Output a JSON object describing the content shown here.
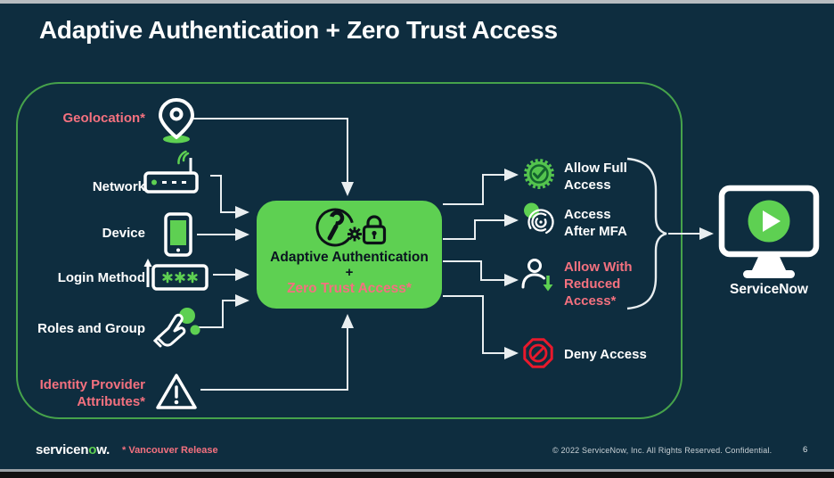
{
  "slide": {
    "title": "Adaptive Authentication + Zero Trust Access",
    "page_number": "6",
    "copyright": "© 2022 ServiceNow, Inc. All Rights Reserved. Confidential.",
    "release_note": "* Vancouver Release",
    "logo": {
      "pre": "servicen",
      "green_letter": "o",
      "post": "w."
    }
  },
  "diagram": {
    "inputs": [
      {
        "label": "Geolocation*",
        "icon": "location-pin-icon",
        "highlighted": true
      },
      {
        "label": "Network",
        "icon": "wifi-router-icon",
        "highlighted": false
      },
      {
        "label": "Device",
        "icon": "smartphone-icon",
        "highlighted": false
      },
      {
        "label": "Login Method",
        "icon": "password-entry-icon",
        "highlighted": false
      },
      {
        "label": "Roles and Group",
        "icon": "hand-gesture-icon",
        "highlighted": false
      },
      {
        "label": "Identity Provider Attributes*",
        "icon": "warning-triangle-icon",
        "highlighted": true
      }
    ],
    "process_box": {
      "lines": [
        "Adaptive Authentication",
        "+",
        "Zero Trust Access*"
      ],
      "icon": "wrench-gear-lock-icon"
    },
    "outcomes": [
      {
        "label": "Allow Full Access",
        "icon": "check-badge-icon",
        "highlighted": false
      },
      {
        "label": "Access After MFA",
        "icon": "fingerprint-icon",
        "highlighted": false
      },
      {
        "label": "Allow With Reduced Access*",
        "icon": "user-reduced-access-icon",
        "highlighted": true
      },
      {
        "label": "Deny Access",
        "icon": "deny-icon",
        "highlighted": false
      }
    ],
    "destination": {
      "label": "ServiceNow",
      "icon": "monitor-play-icon"
    },
    "connections": [
      {
        "from": "Geolocation*",
        "to": "process_box"
      },
      {
        "from": "Network",
        "to": "process_box"
      },
      {
        "from": "Device",
        "to": "process_box"
      },
      {
        "from": "Login Method",
        "to": "process_box"
      },
      {
        "from": "Roles and Group",
        "to": "process_box"
      },
      {
        "from": "Identity Provider Attributes*",
        "to": "process_box"
      },
      {
        "from": "process_box",
        "to": "Allow Full Access"
      },
      {
        "from": "process_box",
        "to": "Access After MFA"
      },
      {
        "from": "process_box",
        "to": "Allow With Reduced Access*"
      },
      {
        "from": "process_box",
        "to": "Deny Access"
      },
      {
        "from": "Allow Full Access, Access After MFA, Allow With Reduced Access*",
        "to": "ServiceNow"
      }
    ]
  },
  "colors": {
    "background": "#0e2d3f",
    "accent_green": "#5ed052",
    "frame_border_green": "#46a24b",
    "pink": "#f4717f",
    "deny_red": "#e8192c",
    "connector": "#e9eef0"
  }
}
